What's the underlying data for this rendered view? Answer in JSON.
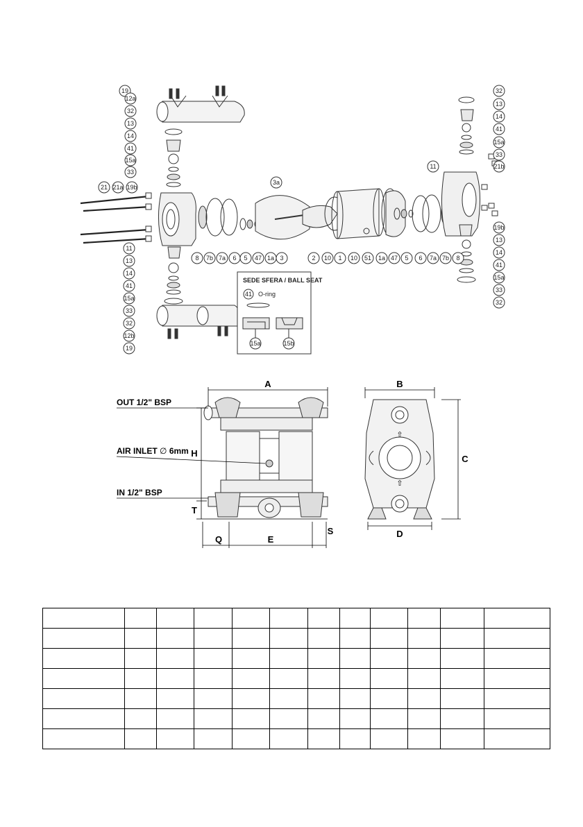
{
  "exploded_view": {
    "part_labels": [
      "19",
      "12a",
      "32",
      "13",
      "14",
      "41",
      "15a",
      "33",
      "21",
      "21a",
      "19b",
      "11",
      "13",
      "14",
      "41",
      "15a",
      "33",
      "32",
      "12b",
      "19",
      "8",
      "7b",
      "7a",
      "6",
      "5",
      "47",
      "1a",
      "3",
      "3a",
      "2",
      "10",
      "1",
      "10",
      "51",
      "1a",
      "47",
      "5",
      "6",
      "7a",
      "7b",
      "8",
      "11",
      "32",
      "13",
      "14",
      "41",
      "15a",
      "33",
      "21b",
      "19b",
      "13",
      "14",
      "41",
      "15a",
      "33",
      "32"
    ],
    "ball_seat": {
      "title": "SEDE SFERA / BALL SEAT",
      "oring_ref": "41",
      "oring_label": "O-ring",
      "seat_a": "15a",
      "seat_b": "15b"
    }
  },
  "dimensions_view": {
    "labels": {
      "A": "A",
      "B": "B",
      "C": "C",
      "D": "D",
      "E": "E",
      "H": "H",
      "Q": "Q",
      "S": "S",
      "T": "T"
    },
    "callouts": {
      "outlet": "OUT 1/2\" BSP",
      "air_inlet_prefix": "AIR INLET",
      "air_inlet_symbol": "∅",
      "air_inlet_size": "6mm",
      "inlet": "IN 1/2\" BSP"
    }
  },
  "spec_table": {
    "rows": 7,
    "column_widths": [
      117,
      45,
      53,
      54,
      53,
      54,
      45,
      43,
      53,
      46,
      62,
      94
    ]
  }
}
